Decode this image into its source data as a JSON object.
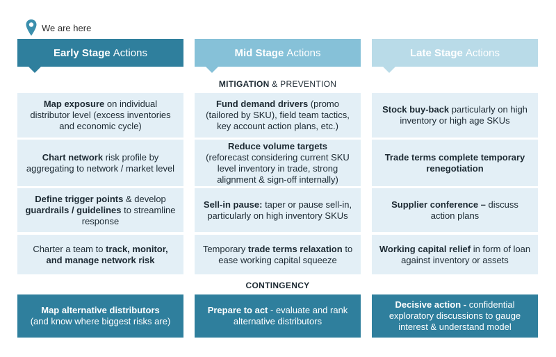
{
  "location": {
    "label": "We are here"
  },
  "columns": [
    {
      "strong": "Early Stage",
      "light": "Actions"
    },
    {
      "strong": "Mid Stage",
      "light": "Actions"
    },
    {
      "strong": "Late Stage",
      "light": "Actions"
    }
  ],
  "sections": {
    "mitigation": {
      "strong": "MITIGATION",
      "rest": "& PREVENTION"
    },
    "contingency": {
      "strong": "CONTINGENCY"
    }
  },
  "mitigation_rows": [
    [
      {
        "bold": "Map exposure",
        "text": "on individual distributor level (excess inventories and economic cycle)"
      },
      {
        "bold": "Fund demand drivers",
        "text": "(promo (tailored by SKU), field team tactics, key account action plans, etc.)"
      },
      {
        "bold": "Stock buy-back",
        "text": "particularly on high inventory or high age SKUs"
      }
    ],
    [
      {
        "bold": "Chart network",
        "text": "risk profile by aggregating to network / market level"
      },
      {
        "bold": "Reduce volume targets",
        "text": "(reforecast considering current SKU level inventory in trade, strong alignment & sign-off internally)"
      },
      {
        "bold": "Trade terms complete temporary renegotiation",
        "text": ""
      }
    ],
    [
      {
        "bold": "Define trigger points",
        "text": "& develop",
        "bold2": "guardrails / guidelines",
        "text2": "to streamline response"
      },
      {
        "bold": "Sell-in pause:",
        "text": "taper or pause sell-in, particularly on high inventory SKUs"
      },
      {
        "bold": "Supplier conference –",
        "text": "discuss action plans"
      }
    ],
    [
      {
        "pre": "Charter a team to",
        "bold": "track, monitor, and manage network risk"
      },
      {
        "pre": "Temporary",
        "bold": "trade terms relaxation",
        "text": "to ease working capital squeeze"
      },
      {
        "bold": "Working capital relief",
        "text": "in form of loan against inventory or assets"
      }
    ]
  ],
  "contingency_row": [
    {
      "bold": "Map alternative distributors",
      "text": "(and know where biggest risks are)"
    },
    {
      "bold": "Prepare to act",
      "text": "- evaluate and rank alternative distributors"
    },
    {
      "bold": "Decisive action -",
      "text": "confidential exploratory discussions to gauge interest & understand model"
    }
  ],
  "colors": {
    "early": "#2f7f9d",
    "mid": "#86c1d8",
    "late": "#b9dbe8",
    "cell_bg": "#e3eff6",
    "marker": "#3b8fad"
  },
  "icons": {
    "location": "map-pin-icon"
  }
}
